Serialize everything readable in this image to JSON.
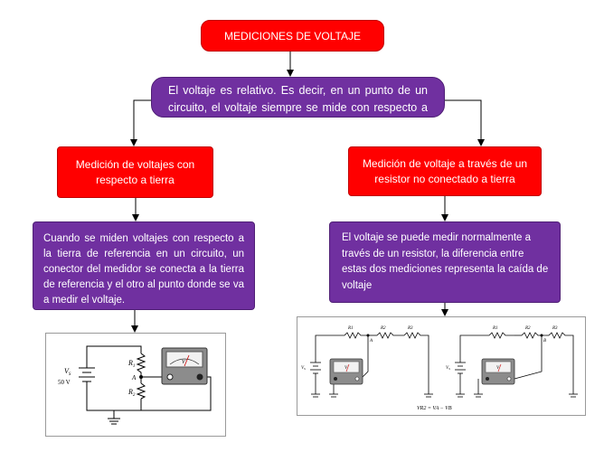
{
  "title": "MEDICIONES DE VOLTAJE",
  "relative_text": "El voltaje es relativo. Es decir, en un punto de un circuito, el voltaje siempre se mide con respecto a otro",
  "ground_branch": {
    "heading": "Medición de voltajes con respecto a tierra",
    "description": "Cuando se miden voltajes con respecto a la tierra de referencia en un circuito, un conector del medidor se conecta a la tierra de referencia y el otro al punto donde se va a medir el voltaje."
  },
  "resistor_branch": {
    "heading": "Medición de voltaje a través de un resistor no conectado a tierra",
    "description": "El voltaje se puede medir normalmente a través de un resistor, la diferencia entre estas dos mediciones representa la caída de voltaje"
  },
  "circuit_ground": {
    "source_label": "V",
    "source_sub": "S",
    "source_value": "50 V",
    "r1_label": "R",
    "r1_sub": "1",
    "r2_label": "R",
    "r2_sub": "2",
    "node_label": "A",
    "meter_label": "V"
  },
  "circuit_resistor": {
    "source_label": "V",
    "source_sub": "S",
    "r1_label": "R1",
    "r2_label": "R2",
    "r3_label": "R3",
    "node_a": "A",
    "node_b": "B",
    "meter_label": "V",
    "formula": "VR2 = VA − VB"
  },
  "colors": {
    "red_box": "#ff0000",
    "purple_box": "#7030a0"
  }
}
